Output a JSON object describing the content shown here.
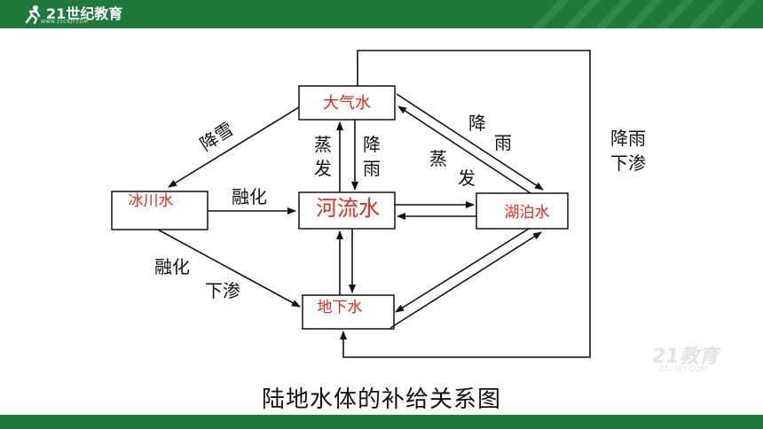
{
  "header": {
    "logo_text": "21世纪教育",
    "logo_subtext": "WWW.21CNJY.COM"
  },
  "colors": {
    "brand_green": "#1f7a3a",
    "node_text": "#e8261f",
    "line": "#111111"
  },
  "diagram": {
    "nodes": {
      "atmosphere": "大气水",
      "glacier": "冰川水",
      "river": "河流水",
      "lake": "湖泊水",
      "groundwater": "地下水"
    },
    "edges": {
      "snowfall": "降雪",
      "evaporation_river_1": "蒸",
      "evaporation_river_2": "发",
      "rain_river_1": "降",
      "rain_river_2": "雨",
      "rain_lake_1": "降",
      "rain_lake_2": "雨",
      "evap_lake_1": "蒸",
      "evap_lake_2": "发",
      "melt": "融化",
      "melt_seep_1": "融化",
      "melt_seep_2": "下渗",
      "rain_seep_1": "降雨",
      "rain_seep_2": "下渗"
    },
    "caption": "陆地水体的补给关系图"
  },
  "watermark": {
    "text": "21教育",
    "sub": "21CNJY.COM"
  }
}
